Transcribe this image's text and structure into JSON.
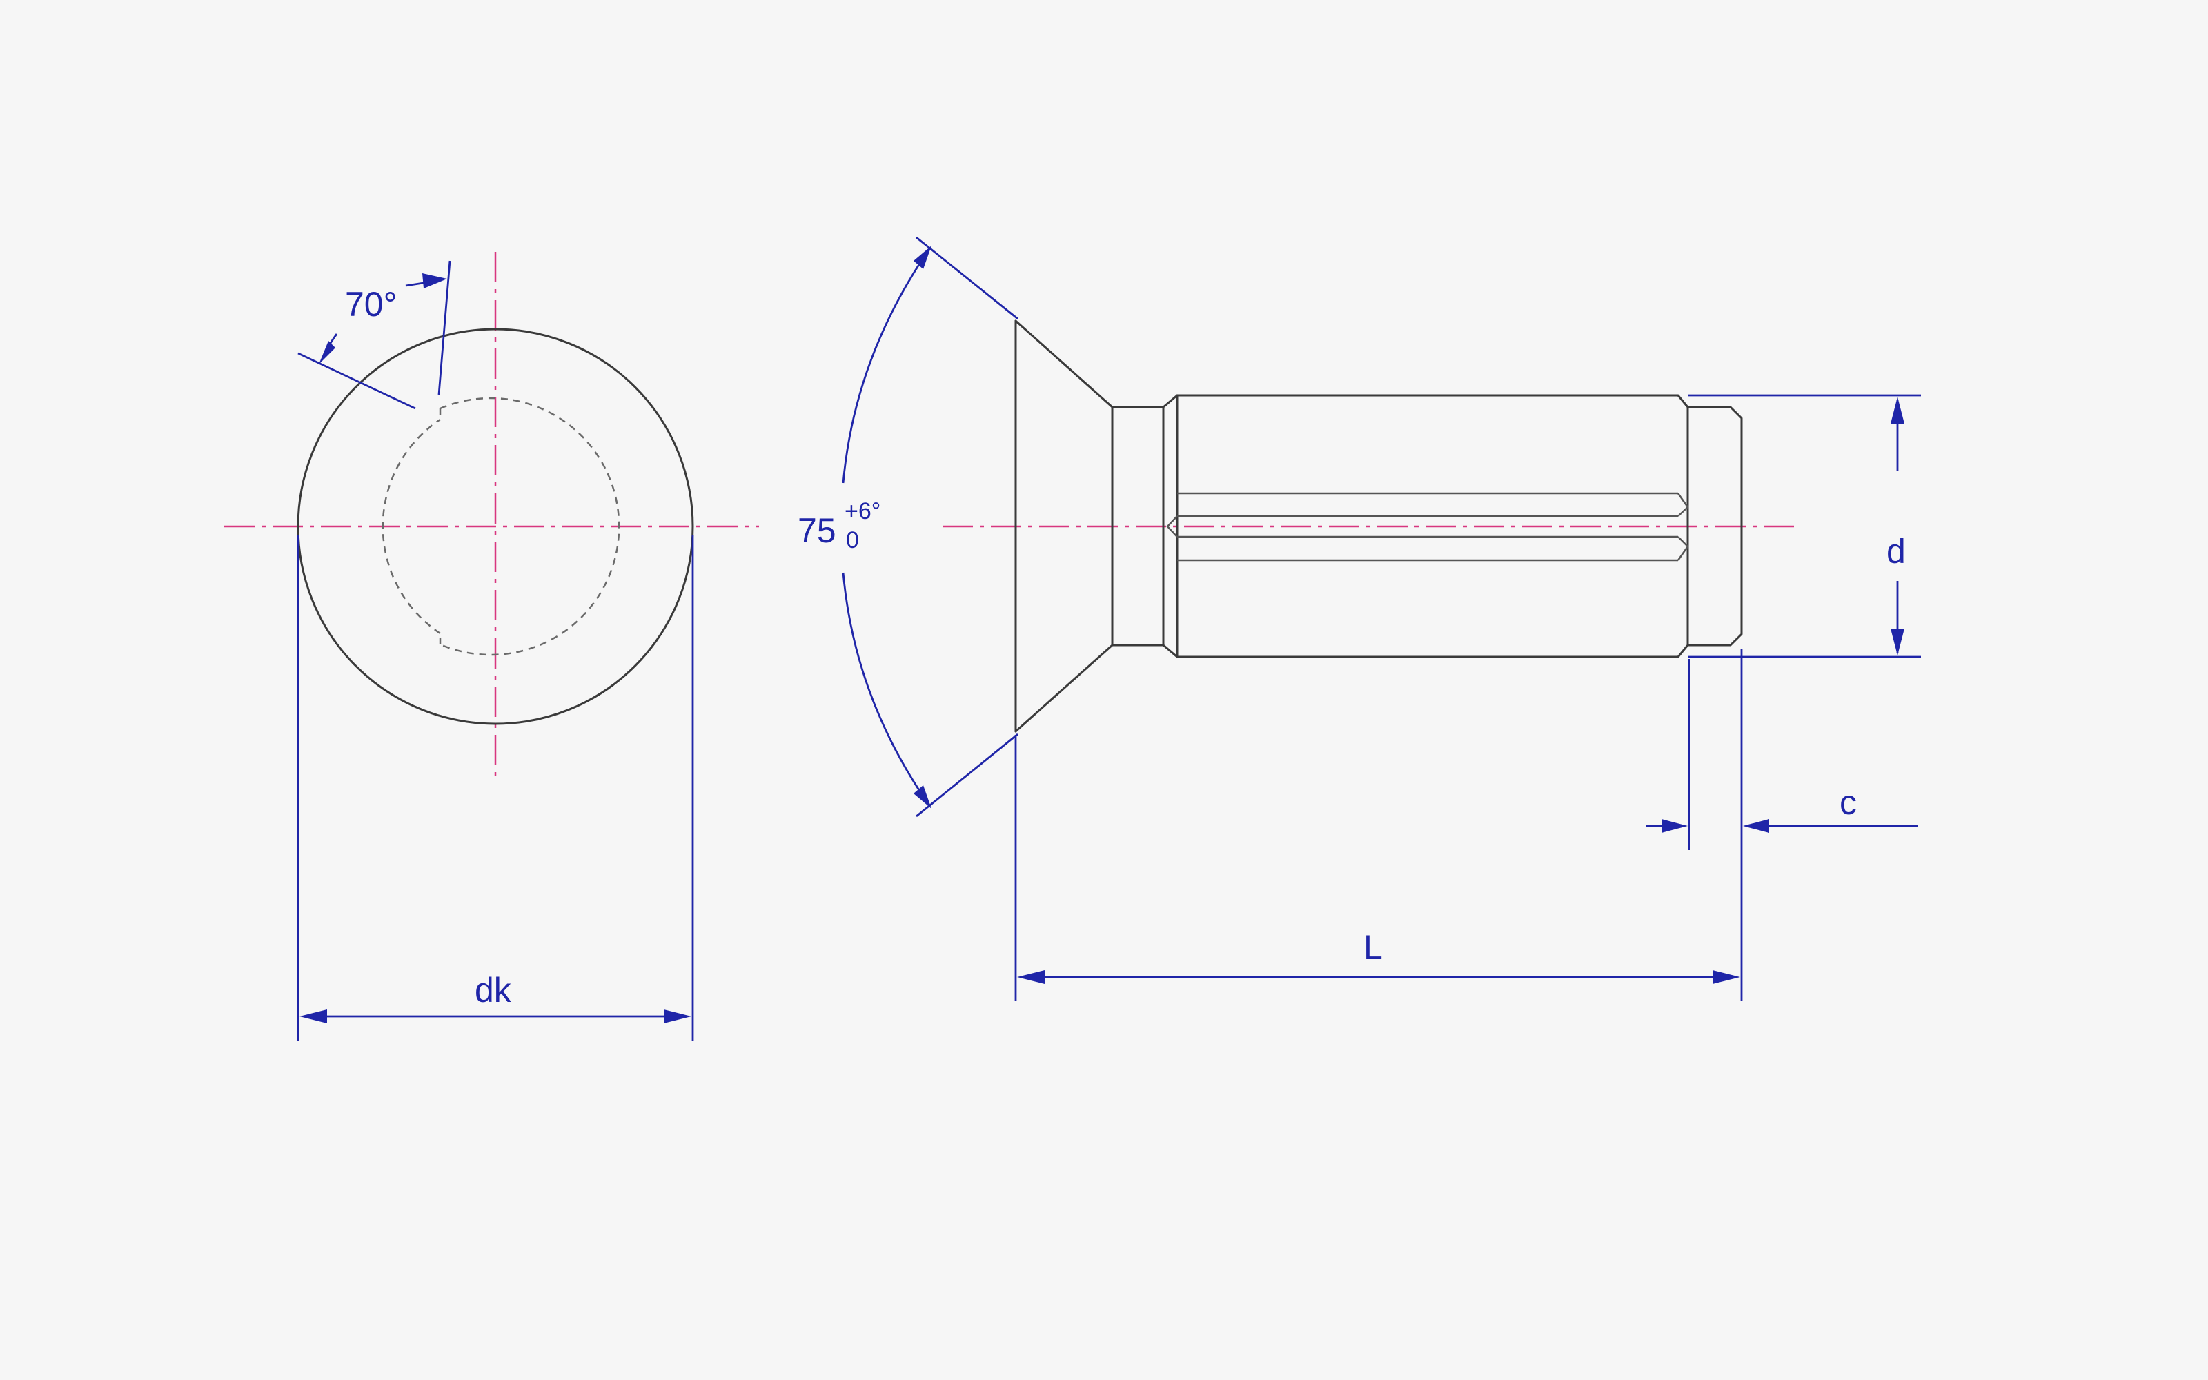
{
  "drawing": {
    "labels": {
      "head_angle": "70°",
      "countersink_angle": "75",
      "countersink_tol_upper": "+6°",
      "countersink_tol_lower": "0",
      "head_diameter": "dk",
      "shank_diameter": "d",
      "chamfer_length": "c",
      "length": "L"
    },
    "colors": {
      "part_outline": "#3a3a3a",
      "hidden_line": "#6a6a6a",
      "center_line": "#d8367f",
      "dimension": "#1f25a8",
      "background": "#f6f6f6"
    }
  }
}
